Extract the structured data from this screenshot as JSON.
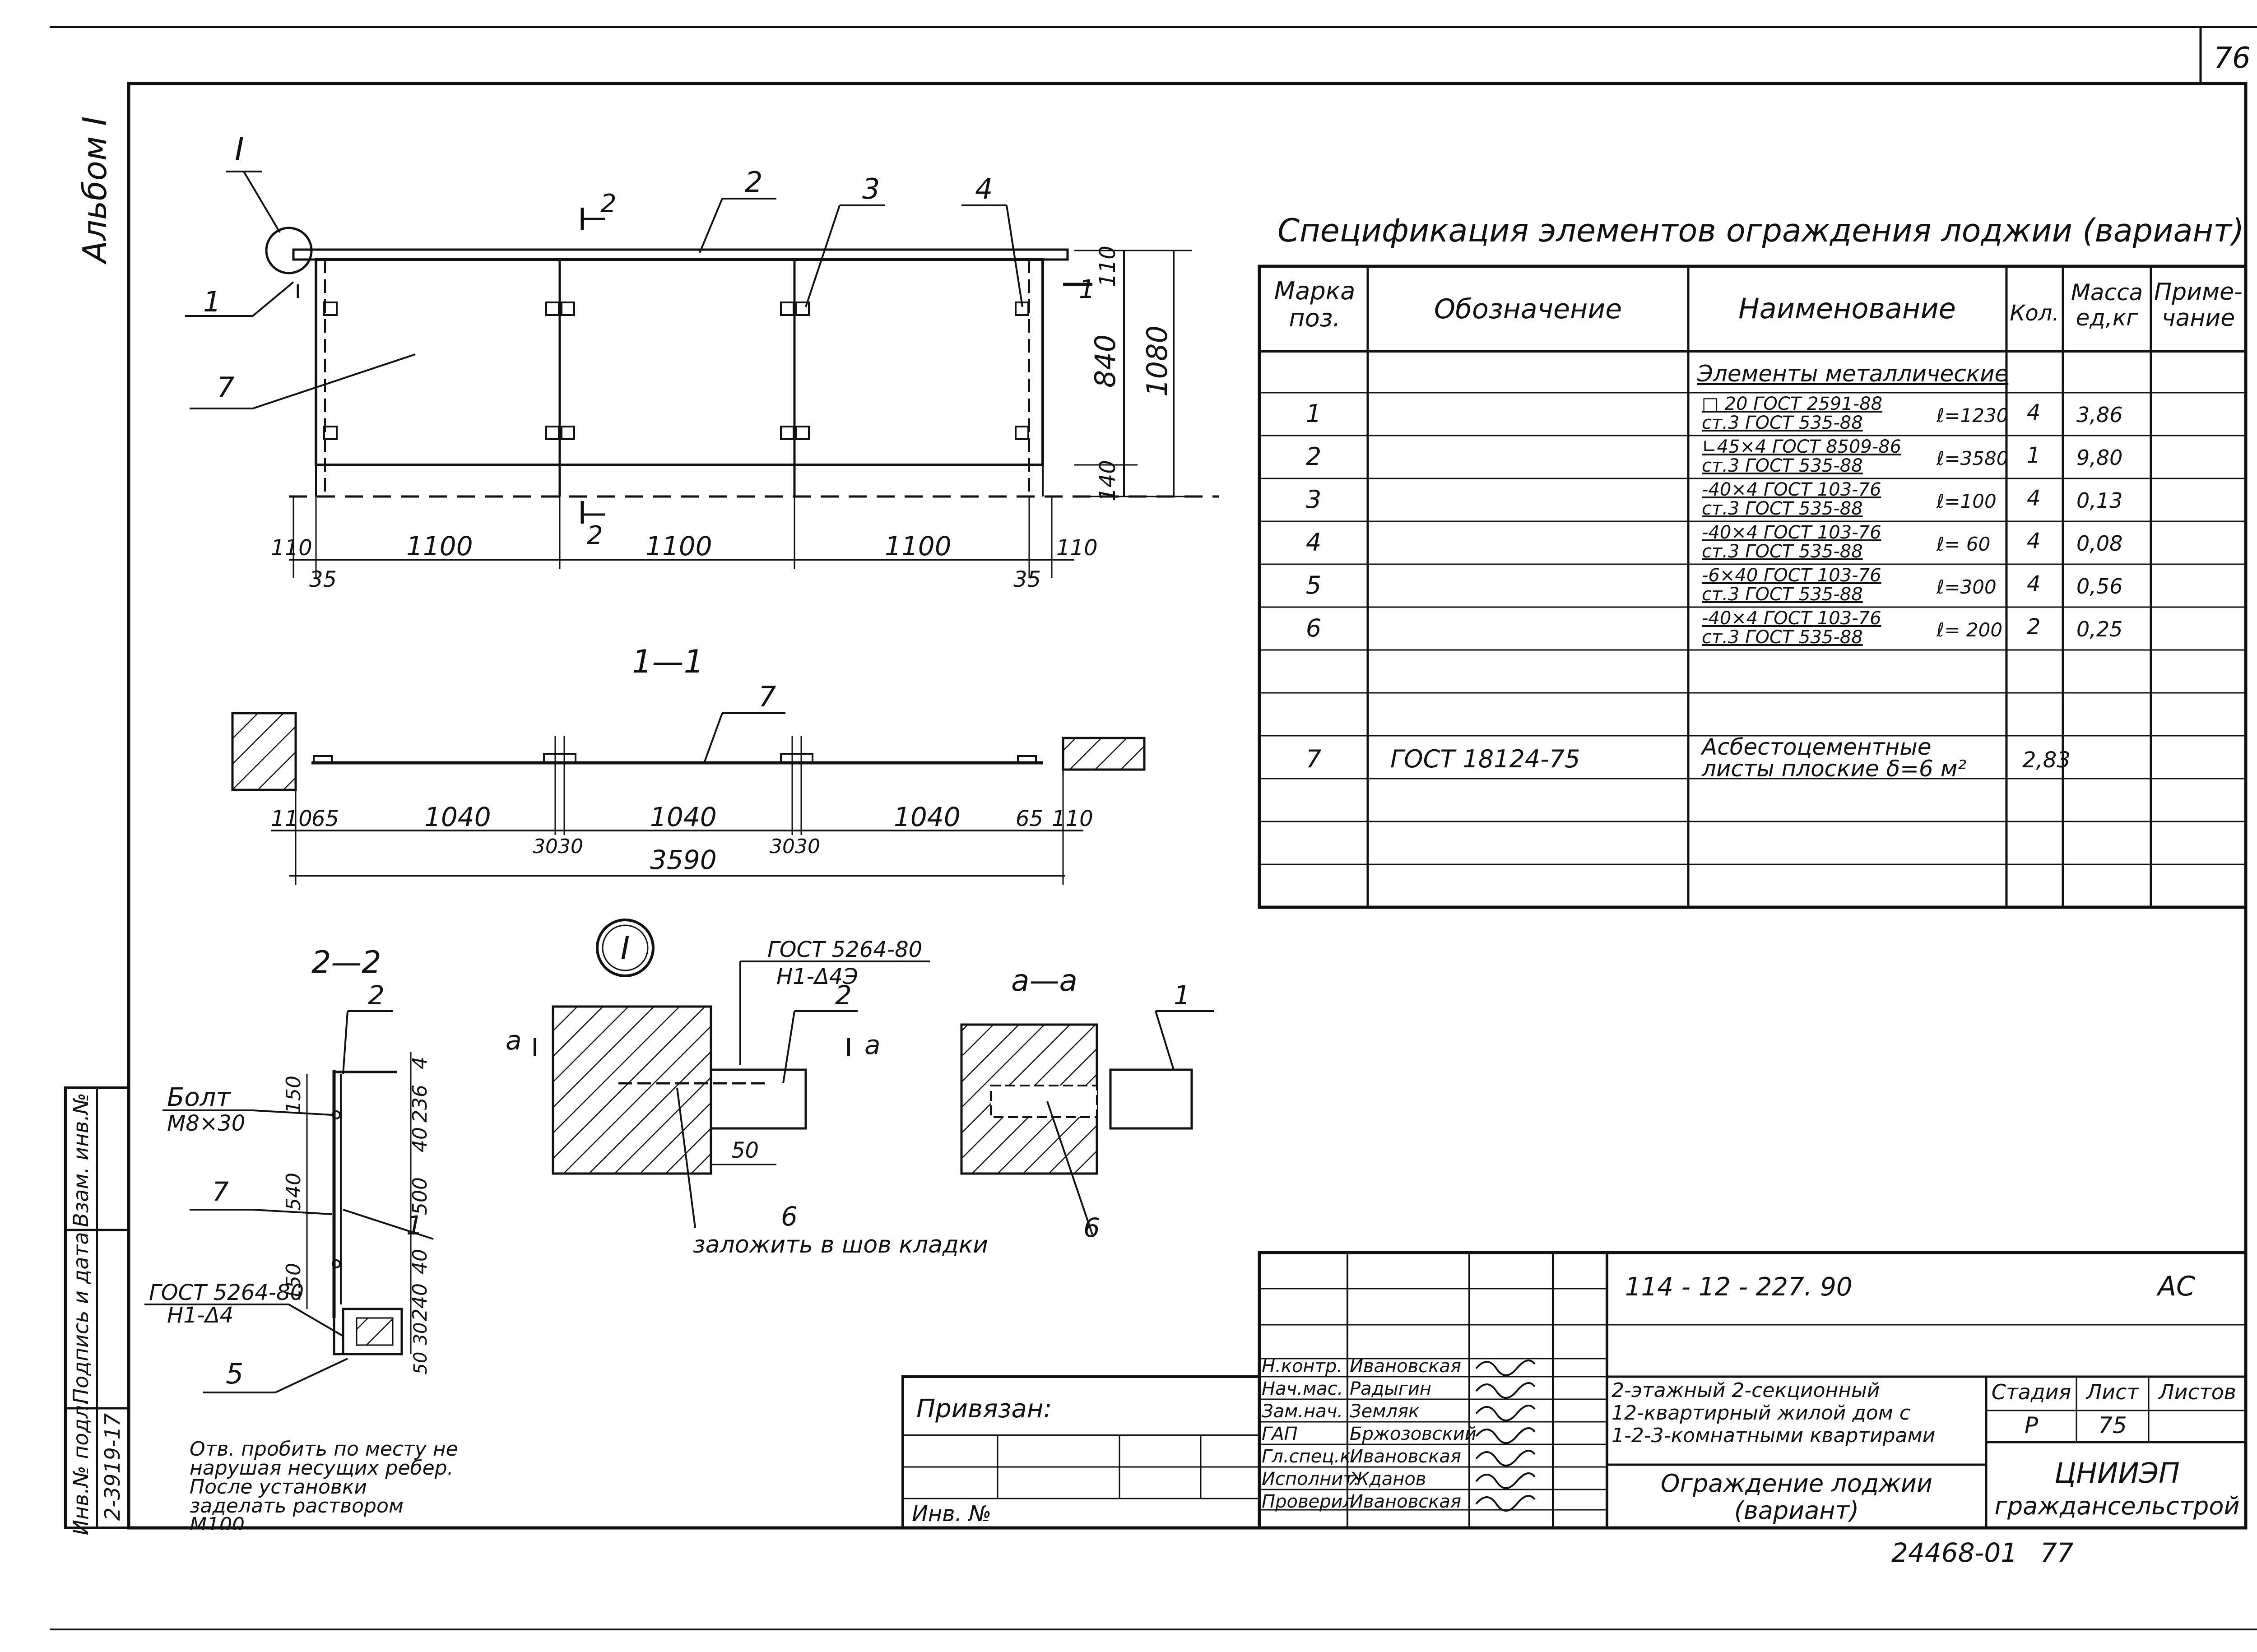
{
  "sheet": {
    "page_number": "76",
    "album": "Альбом I",
    "colors": {
      "ink": "#111111",
      "paper": "#ffffff"
    }
  },
  "spec": {
    "title": "Спецификация элементов ограждения лоджии (вариант)",
    "headers": {
      "mark": "Марка поз.",
      "designation": "Обозначение",
      "name": "Наименование",
      "qty": "Кол.",
      "mass": "Масса ед,кг",
      "note": "Приме- чание"
    },
    "section": "Элементы металлические",
    "rows": [
      {
        "mark": "1",
        "name1": "□ 20 ГОСТ 2591-88",
        "name2": "ст.3 ГОСТ 535-88",
        "len": "ℓ=1230",
        "qty": "4",
        "mass": "3,86"
      },
      {
        "mark": "2",
        "name1": "∟45×4 ГОСТ 8509-86",
        "name2": "ст.3 ГОСТ 535-88",
        "len": "ℓ=3580",
        "qty": "1",
        "mass": "9,80"
      },
      {
        "mark": "3",
        "name1": "-40×4 ГОСТ 103-76",
        "name2": "ст.3 ГОСТ 535-88",
        "len": "ℓ=100",
        "qty": "4",
        "mass": "0,13"
      },
      {
        "mark": "4",
        "name1": "-40×4 ГОСТ 103-76",
        "name2": "ст.3 ГОСТ 535-88",
        "len": "ℓ= 60",
        "qty": "4",
        "mass": "0,08"
      },
      {
        "mark": "5",
        "name1": "-6×40 ГОСТ 103-76",
        "name2": "ст.3 ГОСТ 535-88",
        "len": "ℓ=300",
        "qty": "4",
        "mass": "0,56"
      },
      {
        "mark": "6",
        "name1": "-40×4 ГОСТ 103-76",
        "name2": "ст.3 ГОСТ 535-88",
        "len": "ℓ= 200",
        "qty": "2",
        "mass": "0,25"
      }
    ],
    "row7": {
      "mark": "7",
      "designation": "ГОСТ 18124-75",
      "name1": "Асбестоцементные",
      "name2": "листы плоские δ=6 м²",
      "qty": "2,83"
    }
  },
  "elevation": {
    "callout_I": "I",
    "section_mark": "2",
    "leaders": [
      "1",
      "2",
      "3",
      "4",
      "7"
    ],
    "section_1_1": "1",
    "dims": {
      "h110": "110",
      "h840": "840",
      "h1080": "1080",
      "h140": "140",
      "d110": "110",
      "d35": "35",
      "d1100": "1100",
      "d110r": "110",
      "d35r": "35"
    }
  },
  "section11": {
    "title": "1—1",
    "leader": "7",
    "dims": {
      "d110": "110",
      "d65": "65",
      "d1040": "1040",
      "d30": "3030",
      "d30b": "3030",
      "d65r": "65",
      "d110r": "110",
      "total": "3590"
    }
  },
  "section22": {
    "title": "2—2",
    "bolt": "Болт",
    "bolt_size": "М8×30",
    "gost": "ГОСТ 5264-80",
    "weld": "Н1-Δ4",
    "leaders": [
      "2",
      "7",
      "1",
      "5"
    ],
    "dims": {
      "d4": "4",
      "d236": "236",
      "d40": "40",
      "d500": "500",
      "d40b": "40",
      "d240": "240",
      "d30": "30",
      "d50": "50",
      "d150": "150",
      "d540": "540",
      "d150b": "150"
    },
    "note": "Отв. пробить по месту не нарушая несущих ребер. После установки заделать раствором М100"
  },
  "nodeI": {
    "label": "I",
    "gost": "ГОСТ 5264-80",
    "weld": "Н1-Δ4Э",
    "leader_2": "2",
    "cut": "а",
    "dim_50": "50",
    "leader_6": "6",
    "note": "заложить в шов кладки"
  },
  "sectionaa": {
    "title": "а—а",
    "leader_1": "1",
    "leader_6": "6"
  },
  "side_stamp": {
    "vzam": "Взам. инв.№",
    "podpis": "Подпись и дата",
    "inv": "Инв.№ подл.",
    "inv_value": "2-3919-17"
  },
  "binding": {
    "title": "Привязан:",
    "inv": "Инв. №"
  },
  "title_block": {
    "code": "114 - 12 - 227. 90",
    "mark": "АС",
    "roles": [
      {
        "role": "Н.контр.",
        "name": "Ивановская"
      },
      {
        "role": "Нач.мас.",
        "name": "Радыгин"
      },
      {
        "role": "Зам.нач.",
        "name": "Земляк"
      },
      {
        "role": "ГАП",
        "name": "Бржозовский"
      },
      {
        "role": "Гл.спец.к.",
        "name": "Ивановская"
      },
      {
        "role": "Исполнит.",
        "name": "Жданов"
      },
      {
        "role": "Проверил",
        "name": "Ивановская"
      }
    ],
    "project": [
      "2-этажный 2-секционный",
      "12-квартирный жилой дом с",
      "1-2-3-комнатными квартирами"
    ],
    "stage_label": "Стадия",
    "sheet_label": "Лист",
    "sheets_label": "Листов",
    "stage": "Р",
    "sheet": "75",
    "drawing_name": [
      "Ограждение лоджии",
      "(вариант)"
    ],
    "org": [
      "ЦНИИЭП",
      "граждансельстрой"
    ],
    "archive": "24468-01",
    "archive_sheet": "77"
  }
}
